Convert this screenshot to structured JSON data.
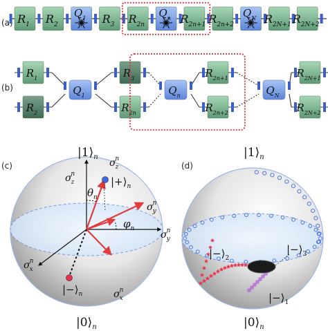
{
  "panels": {
    "a": "(a)",
    "b": "(b)",
    "c": "(c)",
    "d": "(d)"
  },
  "chain_a": [
    {
      "kind": "R",
      "main": "R",
      "sub": "1"
    },
    {
      "kind": "R",
      "main": "R",
      "sub": "2"
    },
    {
      "kind": "Q",
      "main": "Q",
      "sub": "1"
    },
    {
      "kind": "R",
      "main": "R",
      "sub": "3"
    },
    {
      "kind": "R",
      "main": "R",
      "sub": "2n"
    },
    {
      "kind": "Q",
      "main": "Q",
      "sub": "n"
    },
    {
      "kind": "R",
      "main": "R",
      "sub": "2n+1"
    },
    {
      "kind": "R",
      "main": "R",
      "sub": "2n+2"
    },
    {
      "kind": "Q",
      "main": "Q",
      "sub": "N"
    },
    {
      "kind": "R",
      "main": "R",
      "sub": "2N+1"
    },
    {
      "kind": "R",
      "main": "R",
      "sub": "2N+2"
    }
  ],
  "network_b": {
    "top_r": [
      {
        "main": "R",
        "sub": "1"
      },
      {
        "main": "R",
        "sub": "3"
      },
      {
        "main": "R",
        "sub": "2n+1"
      },
      {
        "main": "R",
        "sub": "2N+1"
      }
    ],
    "bottom_r": [
      {
        "main": "R",
        "sub": "2"
      },
      {
        "main": "R",
        "sub": "2n"
      },
      {
        "main": "R",
        "sub": "2n+2"
      },
      {
        "main": "R",
        "sub": "2N+2"
      }
    ],
    "q": [
      {
        "main": "Q",
        "sub": "1"
      },
      {
        "main": "Q",
        "sub": "n"
      },
      {
        "main": "Q",
        "sub": "N"
      }
    ]
  },
  "sphere_c": {
    "ket_top": "|1⟩",
    "ket_top_sub": "n",
    "ket_bottom": "|0⟩",
    "ket_bottom_sub": "n",
    "ket_plus": "|+⟩",
    "ket_plus_sub": "n",
    "ket_minus": "|−⟩",
    "ket_minus_sub": "n",
    "theta": "θ",
    "theta_sub": "n",
    "phi": "φ",
    "phi_sub": "n",
    "sigma": "σ",
    "sigma_sup": "n",
    "sub_x": "x",
    "sub_y": "y",
    "sub_z": "z"
  },
  "sphere_d": {
    "ket_top": "|1⟩",
    "ket_top_sub": "n",
    "ket_bottom": "|0⟩",
    "ket_bottom_sub": "n",
    "ket_1": "|−⟩",
    "ket_1_sub": "1",
    "ket_2": "|−⟩",
    "ket_2_sub": "2",
    "ket_3": "|−⟩",
    "ket_3_sub": "3"
  },
  "colors": {
    "r_fill": "#79b68d",
    "r_fill_dark": "#5b9070",
    "q_fill": "#7fa6ea",
    "junction": "#3b5fc9",
    "dashed_box": "#e0303a",
    "arrow_red": "#e03c3c",
    "circle_blue": "#4169e1",
    "star_red": "#e8334a",
    "purple": "#b46bd6"
  }
}
